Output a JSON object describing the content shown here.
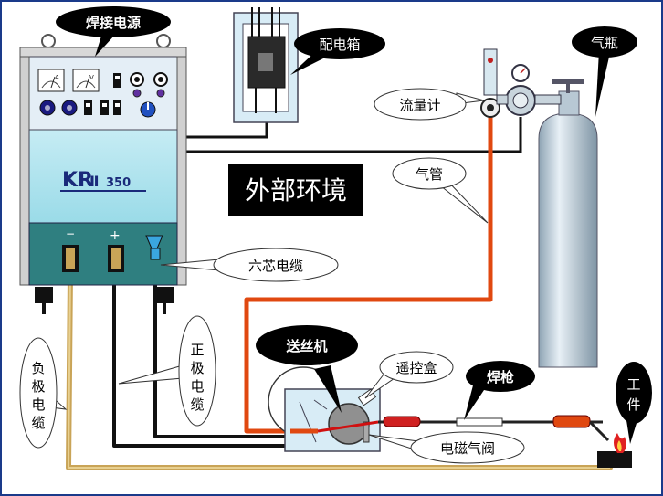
{
  "labels": {
    "power_source": "焊接电源",
    "distribution_box": "配电箱",
    "gas_cylinder": "气瓶",
    "flowmeter": "流量计",
    "gas_pipe": "气管",
    "environment": "外部环境",
    "six_core_cable": "六芯电缆",
    "positive_cable": [
      "正",
      "极",
      "电",
      "缆"
    ],
    "negative_cable": [
      "负",
      "极",
      "电",
      "缆"
    ],
    "wire_feeder": "送丝机",
    "remote_box": "遥控盒",
    "welding_torch": "焊枪",
    "solenoid_valve": "电磁气阀",
    "workpiece": [
      "工",
      "件"
    ]
  },
  "machine": {
    "model_main": "KR",
    "model_roman": "Ⅱ",
    "model_num": "350",
    "terminal_minus": "−",
    "terminal_plus": "+",
    "meter_a": "A",
    "meter_v": "V"
  },
  "colors": {
    "frame_border": "#1a3a8a",
    "machine_top": "#e4eef6",
    "machine_mid": "#aee4f0",
    "machine_bottom": "#2f7f80",
    "gas_pipe": "#e04810",
    "cylinder": "#c0d0dc",
    "label_dark_bg": "#000000",
    "env_bg": "#000000"
  }
}
